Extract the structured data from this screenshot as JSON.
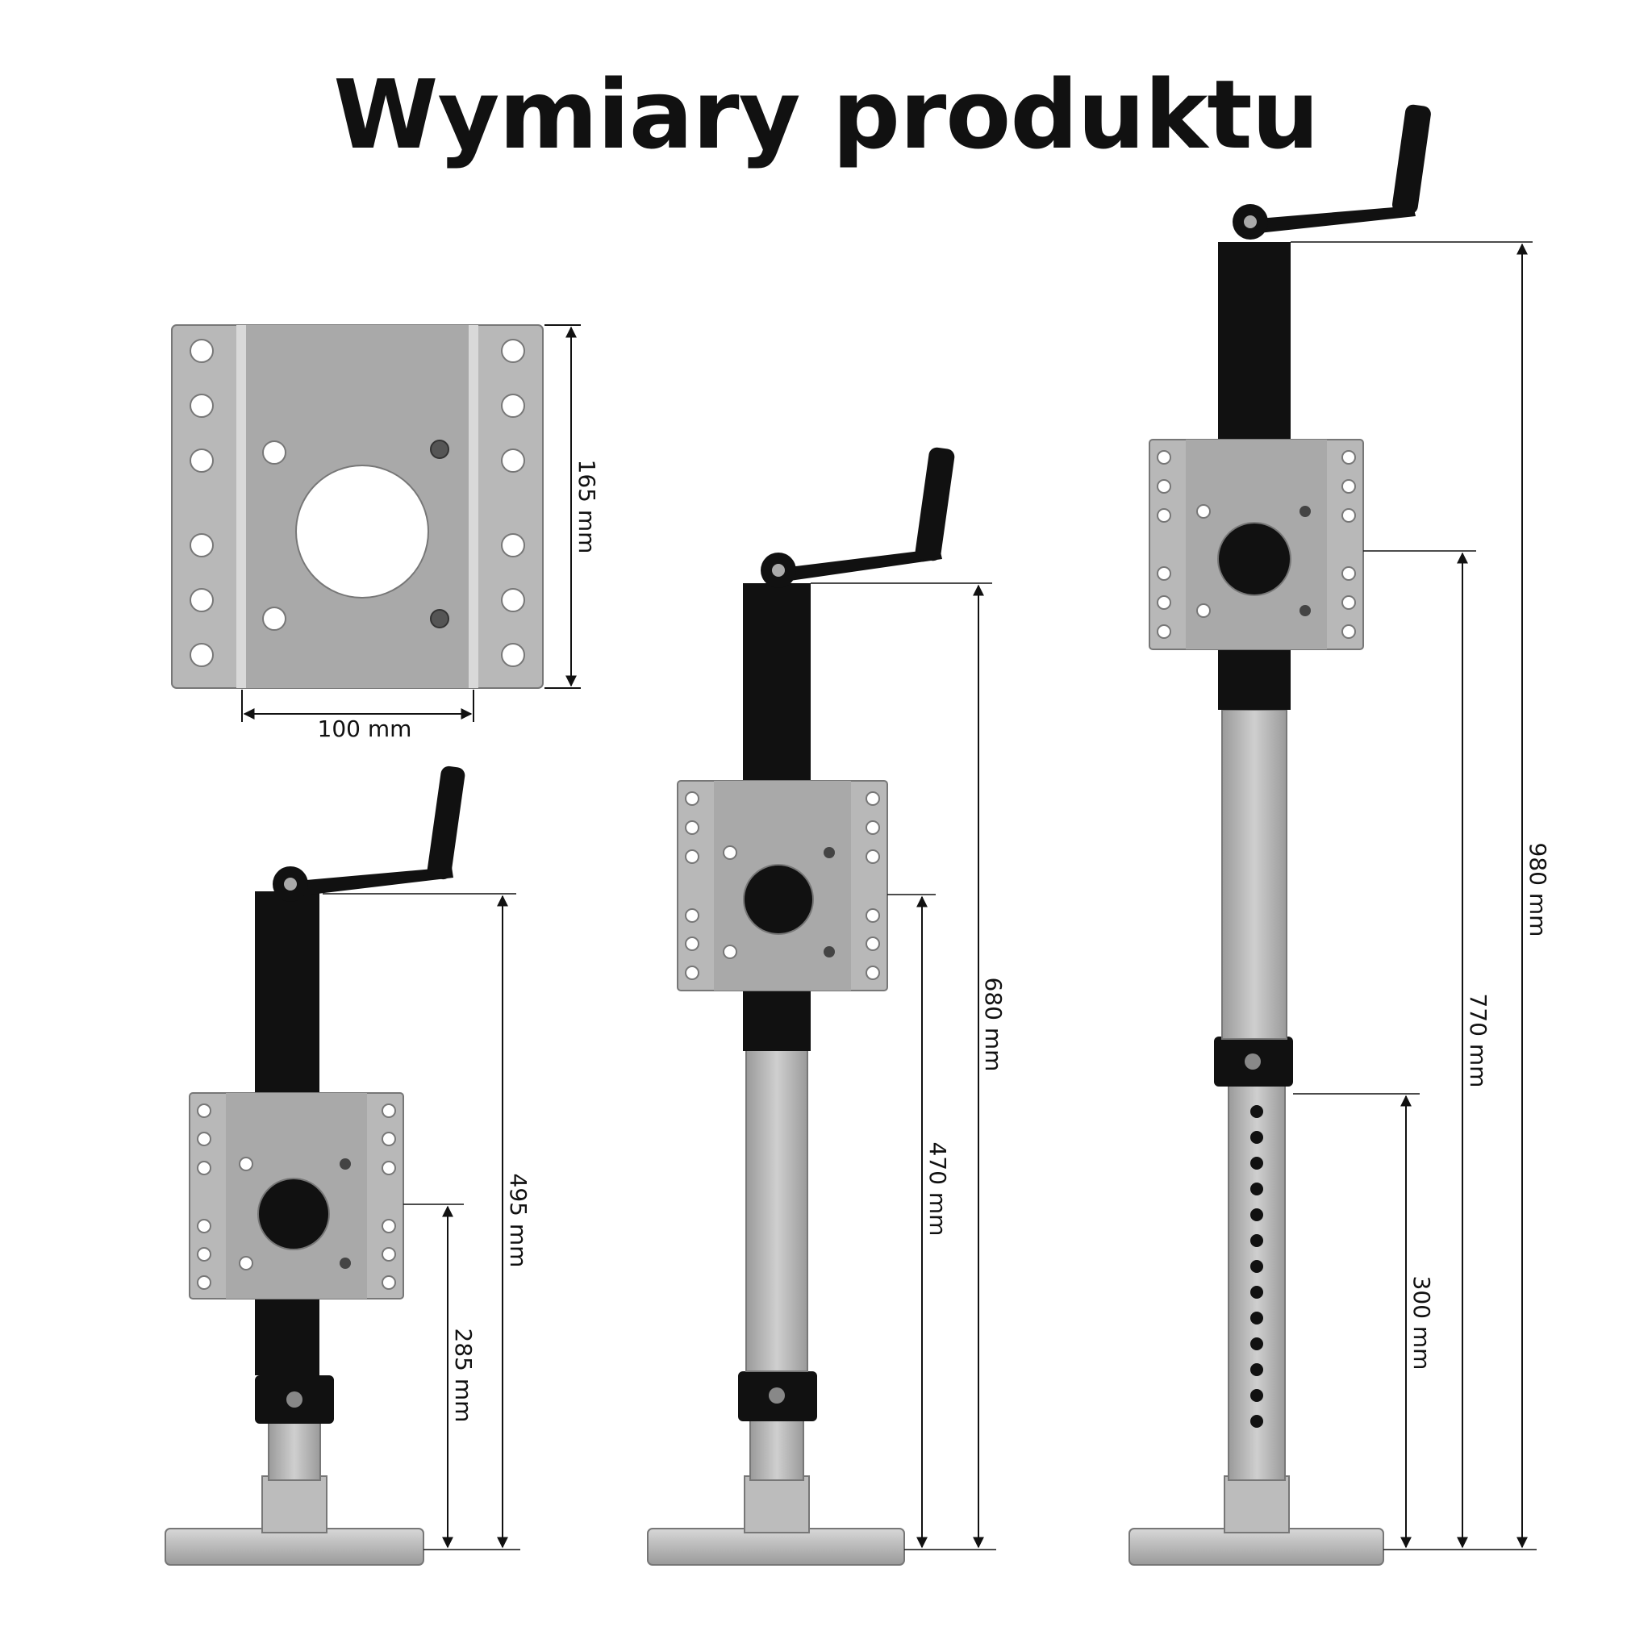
{
  "title": "Wymiary produktu",
  "colors": {
    "tube_black": "#111111",
    "steel": "#b4b4b4",
    "steel_dark": "#8c8c8c",
    "line": "#111111"
  },
  "dimensions": {
    "plate_height": "165 mm",
    "plate_width": "100 mm",
    "min_total": "495 mm",
    "min_plate": "285 mm",
    "mid_total": "680 mm",
    "mid_plate": "470 mm",
    "max_total": "980 mm",
    "max_plate": "770 mm",
    "max_inner": "300 mm"
  }
}
